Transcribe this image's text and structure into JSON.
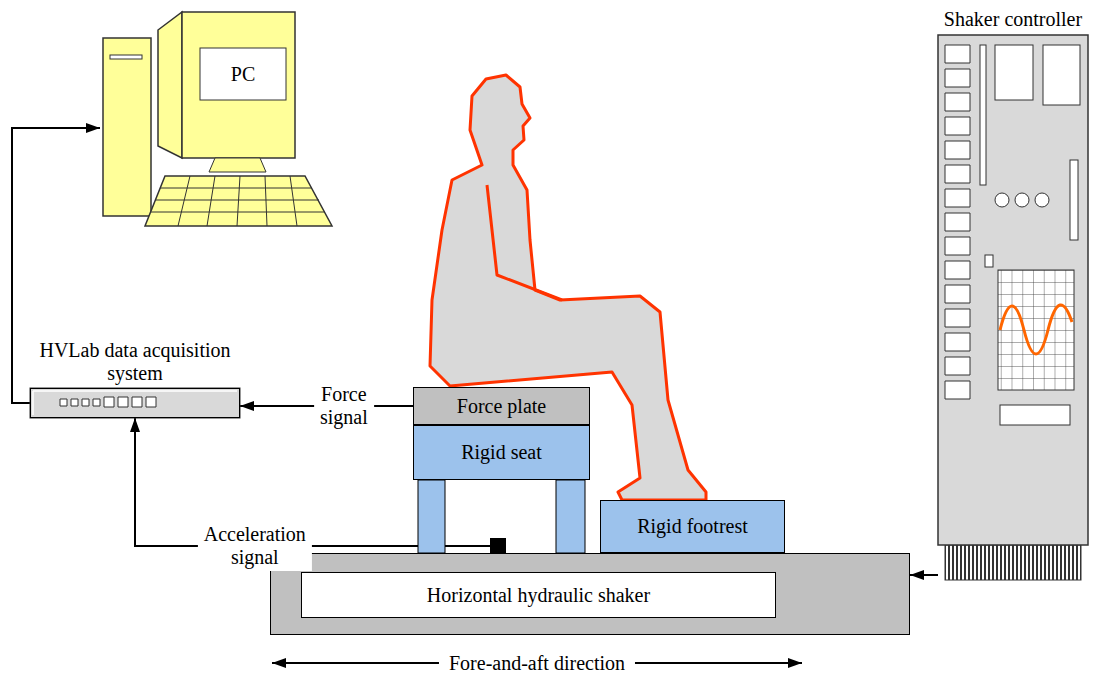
{
  "diagram": {
    "nodes": [
      {
        "text": [
          "PC"
        ]
      },
      {
        "text": [
          "HVLab data acquisition system"
        ]
      },
      {
        "text": [
          "Force plate"
        ]
      },
      {
        "text": [
          "Rigid seat"
        ]
      },
      {
        "text": [
          "Rigid footrest"
        ]
      },
      {
        "text": [
          "Horizontal hydraulic shaker"
        ]
      },
      {
        "text": [
          "Shaker controller"
        ]
      }
    ],
    "edges": [
      {
        "from": 1,
        "to": 0,
        "arrow": "to"
      },
      {
        "from": 2,
        "to": 1,
        "label": "Force signal",
        "arrow": "to"
      },
      {
        "from": 5,
        "to": 1,
        "label": "Acceleration signal",
        "arrow": "to"
      },
      {
        "from": 6,
        "to": 5,
        "arrow": "to"
      }
    ],
    "labels": [
      "Fore-and-aft direction"
    ]
  }
}
